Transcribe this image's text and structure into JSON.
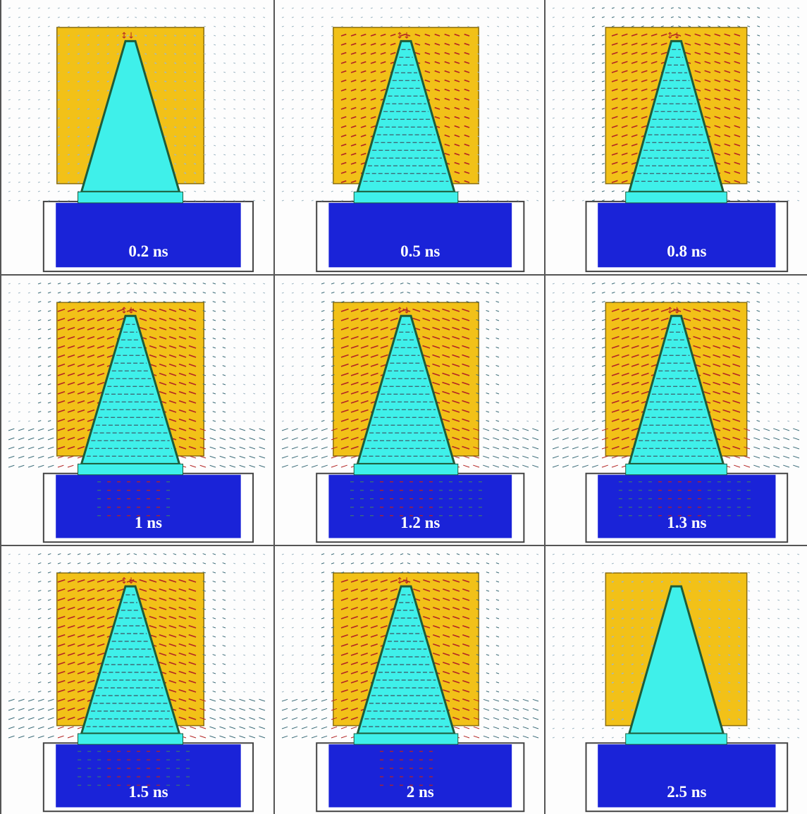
{
  "figure": {
    "colors": {
      "background": "#fdfdfd",
      "dielectric": "#f2c118",
      "dielectric_border": "#8a6d10",
      "cone": "#3ff0ea",
      "cone_border": "#1d5c3a",
      "base_block": "#1a23d8",
      "holder_border": "#444444",
      "arrow_strong": "#b32424",
      "arrow_mid": "#3d6d7a",
      "arrow_weak": "#9fb8c4",
      "label_text": "#ffffff"
    },
    "panels": [
      {
        "time_label": "0.2 ns",
        "field_level": 0.15,
        "substrate_field": 0.0
      },
      {
        "time_label": "0.5 ns",
        "field_level": 0.35,
        "substrate_field": 0.0
      },
      {
        "time_label": "0.8 ns",
        "field_level": 0.55,
        "substrate_field": 0.0
      },
      {
        "time_label": "1 ns",
        "field_level": 0.85,
        "substrate_field": 0.3
      },
      {
        "time_label": "1.2 ns",
        "field_level": 0.95,
        "substrate_field": 0.7
      },
      {
        "time_label": "1.3 ns",
        "field_level": 0.95,
        "substrate_field": 0.8
      },
      {
        "time_label": "1.5 ns",
        "field_level": 0.9,
        "substrate_field": 0.5
      },
      {
        "time_label": "2 ns",
        "field_level": 0.8,
        "substrate_field": 0.2
      },
      {
        "time_label": "2.5 ns",
        "field_level": 0.1,
        "substrate_field": 0.05
      }
    ]
  }
}
